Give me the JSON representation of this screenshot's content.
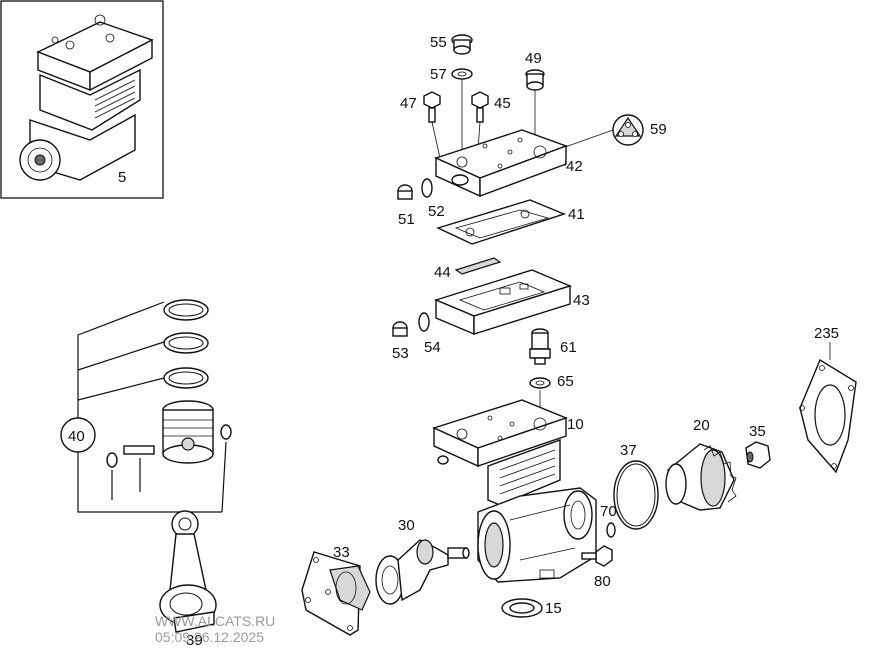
{
  "callouts": {
    "c5": "5",
    "c55": "55",
    "c57": "57",
    "c49": "49",
    "c47": "47",
    "c45": "45",
    "c59": "59",
    "c42": "42",
    "c51": "51",
    "c52": "52",
    "c41": "41",
    "c44": "44",
    "c43": "43",
    "c53": "53",
    "c54": "54",
    "c61": "61",
    "c65": "65",
    "c235": "235",
    "c40": "40",
    "c10": "10",
    "c37": "37",
    "c20": "20",
    "c35": "35",
    "c30": "30",
    "c33": "33",
    "c70": "70",
    "c80": "80",
    "c15": "15",
    "c39": "39"
  },
  "watermark": {
    "site": "WWW.ALCATS.RU",
    "timestamp": "05:09 26.12.2025"
  }
}
